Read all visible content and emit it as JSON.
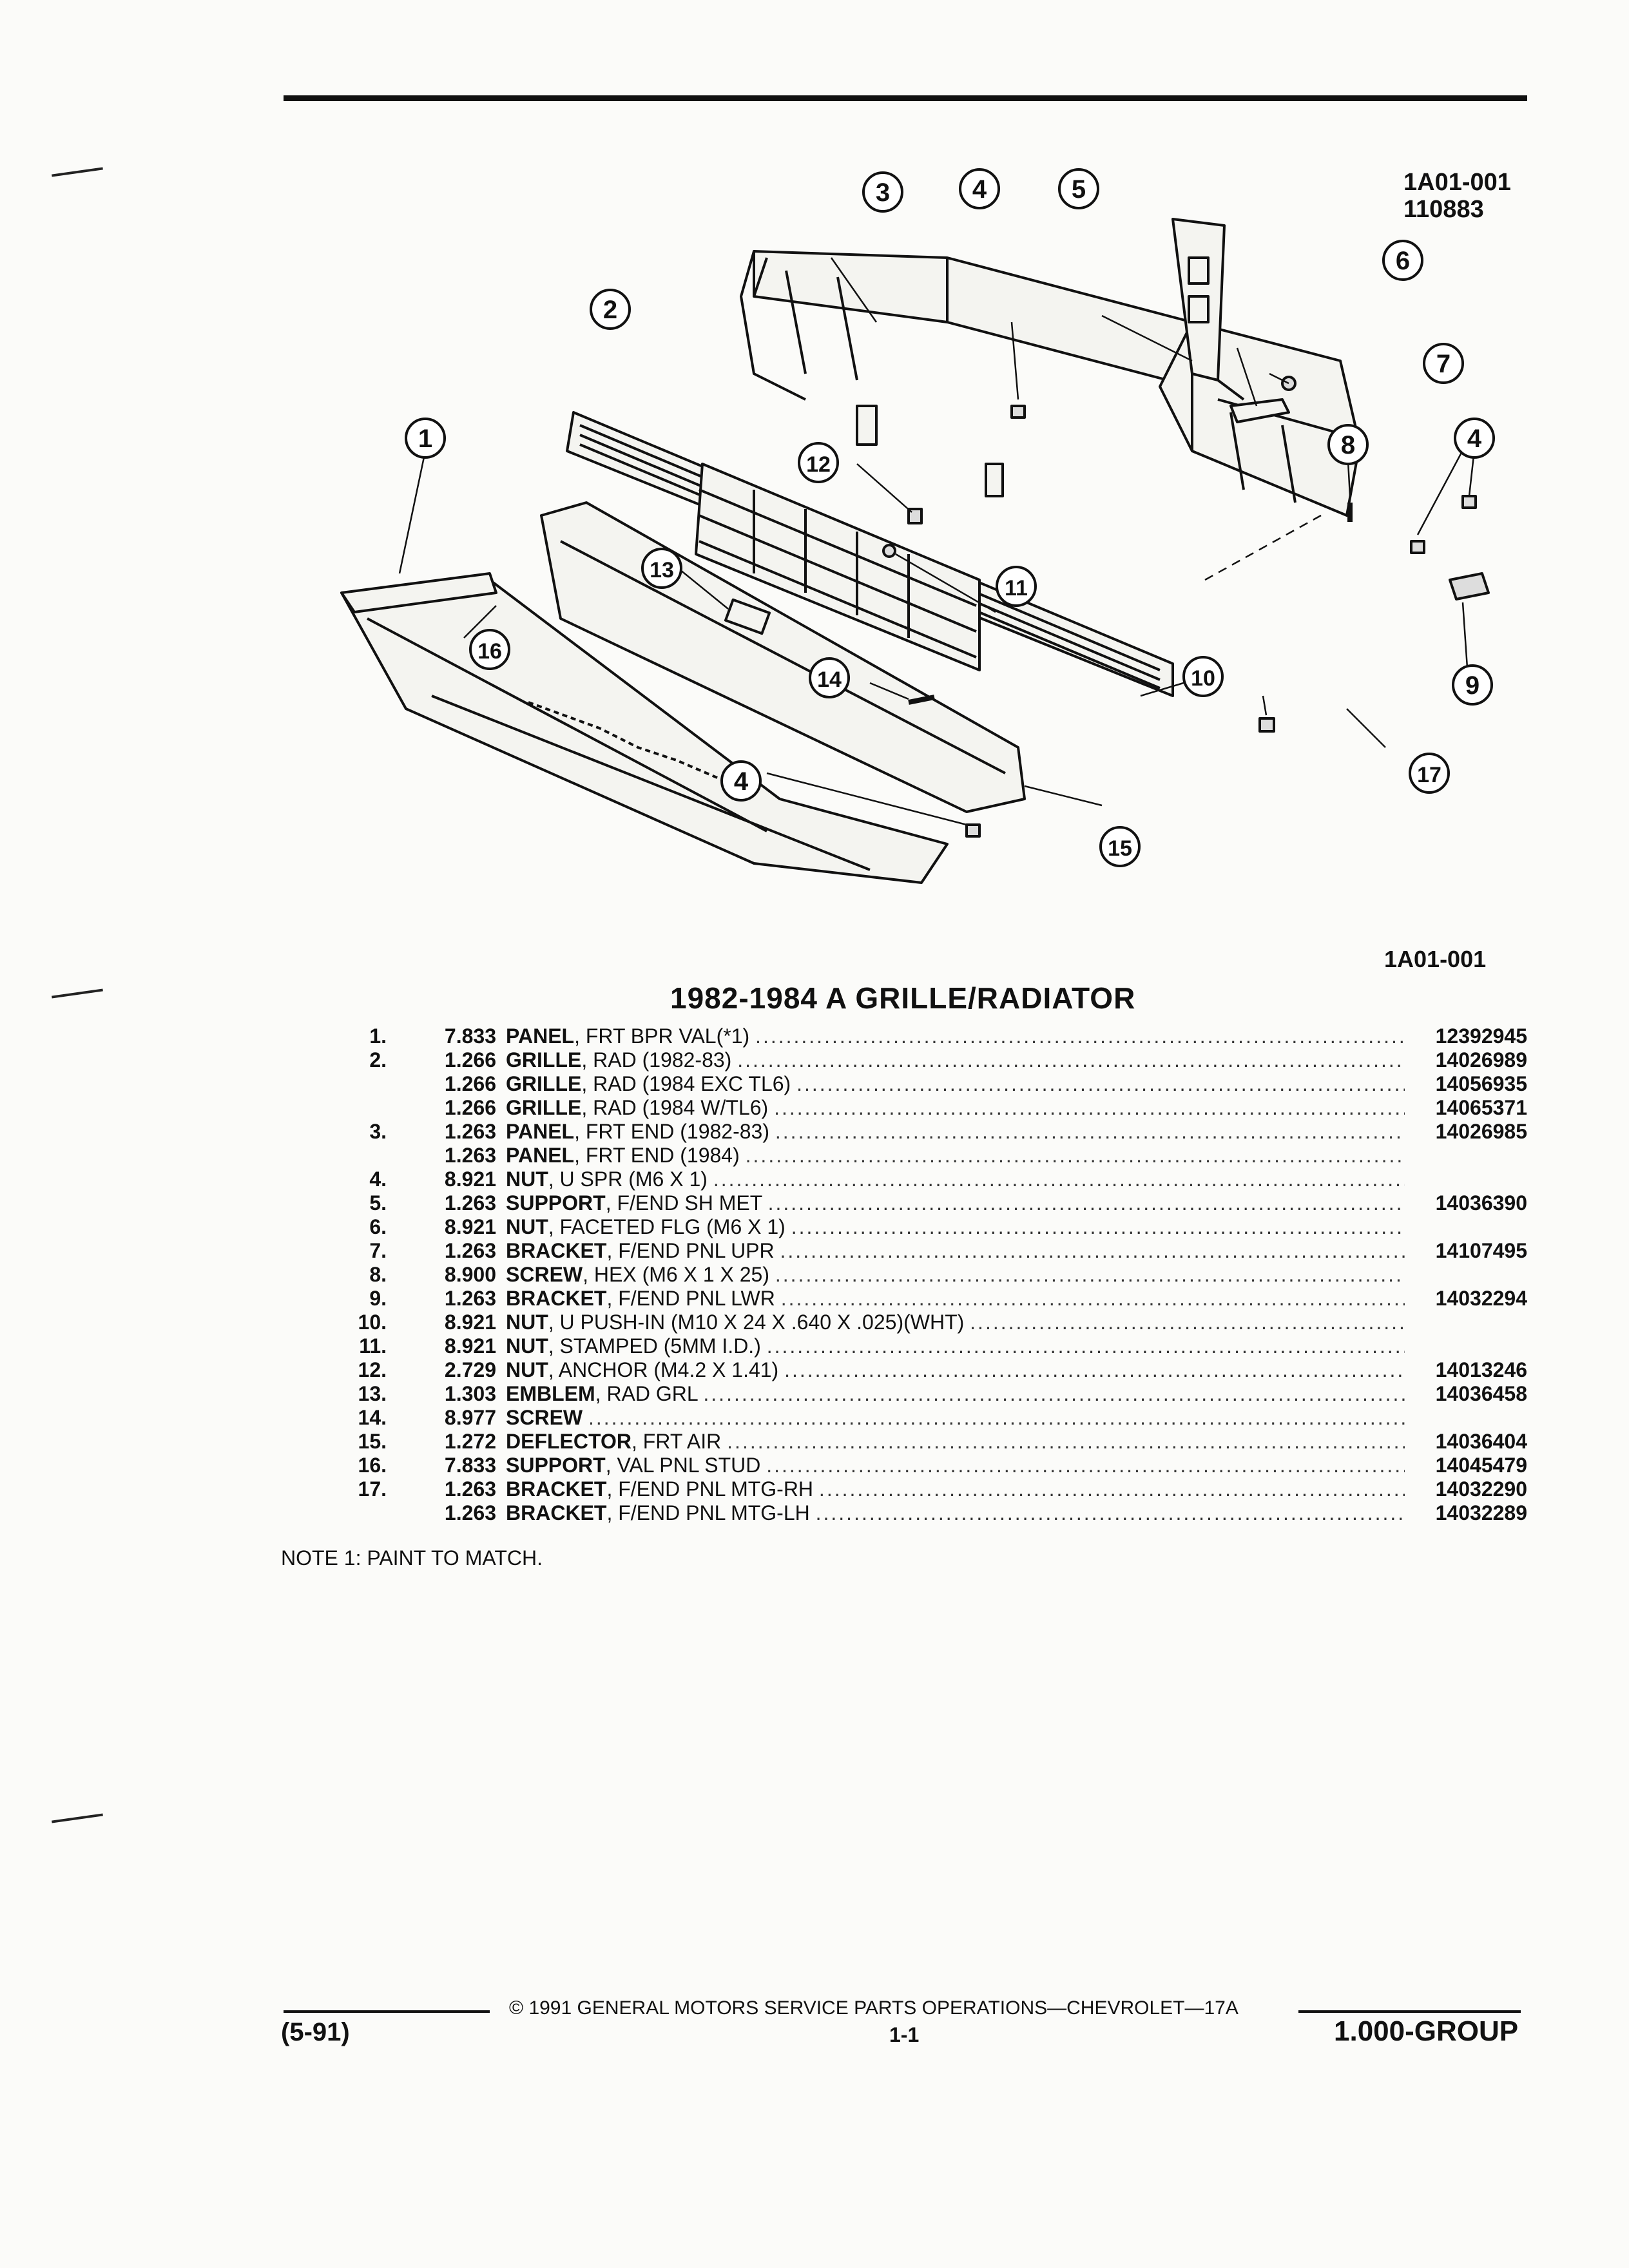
{
  "figure": {
    "id_top_line1": "1A01-001",
    "id_top_line2": "110883",
    "id_bottom": "1A01-001",
    "callouts": [
      "1",
      "2",
      "3",
      "4",
      "5",
      "6",
      "7",
      "8",
      "9",
      "10",
      "11",
      "12",
      "13",
      "14",
      "15",
      "16",
      "17"
    ]
  },
  "section_title": "1982-1984 A GRILLE/RADIATOR",
  "parts": [
    {
      "num": "1.",
      "code": "7.833",
      "name": "PANEL",
      "detail": ", FRT BPR VAL(*1)",
      "pn": "12392945"
    },
    {
      "num": "2.",
      "code": "1.266",
      "name": "GRILLE",
      "detail": ", RAD (1982-83)",
      "pn": "14026989"
    },
    {
      "num": "",
      "code": "1.266",
      "name": "GRILLE",
      "detail": ", RAD (1984 EXC TL6)",
      "pn": "14056935"
    },
    {
      "num": "",
      "code": "1.266",
      "name": "GRILLE",
      "detail": ", RAD (1984 W/TL6)",
      "pn": "14065371"
    },
    {
      "num": "3.",
      "code": "1.263",
      "name": "PANEL",
      "detail": ", FRT END (1982-83)",
      "pn": "14026985"
    },
    {
      "num": "",
      "code": "1.263",
      "name": "PANEL",
      "detail": ", FRT END (1984)",
      "pn": ""
    },
    {
      "num": "4.",
      "code": "8.921",
      "name": "NUT",
      "detail": ", U SPR (M6 X 1)",
      "pn": ""
    },
    {
      "num": "5.",
      "code": "1.263",
      "name": "SUPPORT",
      "detail": ", F/END SH MET",
      "pn": "14036390"
    },
    {
      "num": "6.",
      "code": "8.921",
      "name": "NUT",
      "detail": ", FACETED FLG (M6 X 1)",
      "pn": ""
    },
    {
      "num": "7.",
      "code": "1.263",
      "name": "BRACKET",
      "detail": ", F/END PNL UPR",
      "pn": "14107495"
    },
    {
      "num": "8.",
      "code": "8.900",
      "name": "SCREW",
      "detail": ", HEX (M6 X 1 X 25)",
      "pn": ""
    },
    {
      "num": "9.",
      "code": "1.263",
      "name": "BRACKET",
      "detail": ", F/END PNL LWR",
      "pn": "14032294"
    },
    {
      "num": "10.",
      "code": "8.921",
      "name": "NUT",
      "detail": ", U PUSH-IN (M10 X 24 X .640 X .025)(WHT)",
      "pn": ""
    },
    {
      "num": "11.",
      "code": "8.921",
      "name": "NUT",
      "detail": ", STAMPED (5MM I.D.)",
      "pn": ""
    },
    {
      "num": "12.",
      "code": "2.729",
      "name": "NUT",
      "detail": ", ANCHOR (M4.2 X 1.41)",
      "pn": "14013246"
    },
    {
      "num": "13.",
      "code": "1.303",
      "name": "EMBLEM",
      "detail": ", RAD GRL",
      "pn": "14036458"
    },
    {
      "num": "14.",
      "code": "8.977",
      "name": "SCREW",
      "detail": "",
      "pn": ""
    },
    {
      "num": "15.",
      "code": "1.272",
      "name": "DEFLECTOR",
      "detail": ", FRT AIR",
      "pn": "14036404"
    },
    {
      "num": "16.",
      "code": "7.833",
      "name": "SUPPORT",
      "detail": ", VAL PNL STUD",
      "pn": "14045479"
    },
    {
      "num": "17.",
      "code": "1.263",
      "name": "BRACKET",
      "detail": ", F/END PNL MTG-RH",
      "pn": "14032290"
    },
    {
      "num": "",
      "code": "1.263",
      "name": "BRACKET",
      "detail": ", F/END PNL MTG-LH",
      "pn": "14032289"
    }
  ],
  "note": "NOTE  1:  PAINT TO MATCH.",
  "footer": {
    "copyright": "©  1991  GENERAL MOTORS SERVICE PARTS OPERATIONS—CHEVROLET—17A",
    "left": "(5-91)",
    "center": "1-1",
    "right": "1.000-GROUP"
  }
}
